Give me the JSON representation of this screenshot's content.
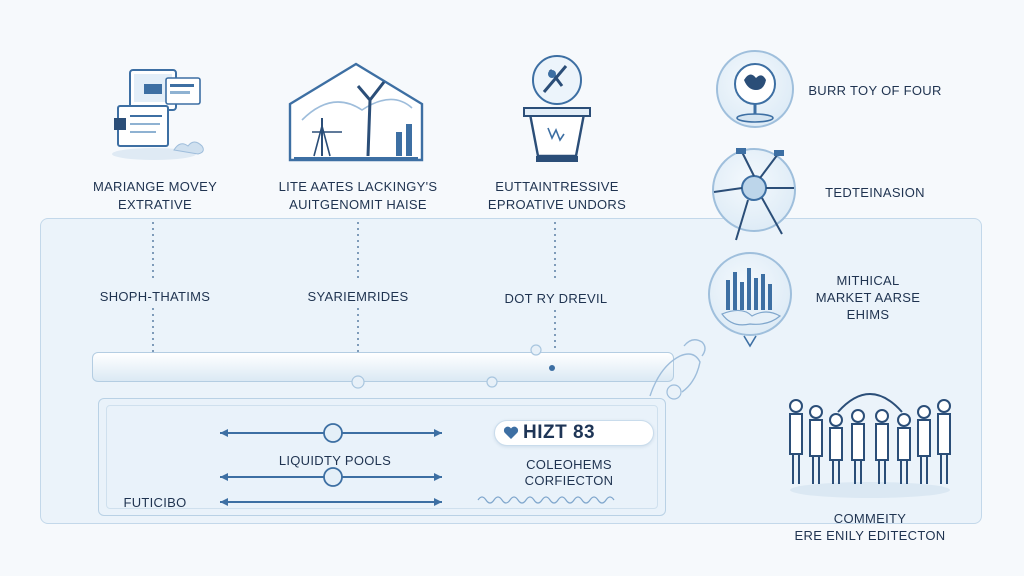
{
  "top_items": [
    {
      "line1": "MARIANGE MOVEY",
      "line2": "EXTRATIVE"
    },
    {
      "line1": "LITE AATES LACKINGY'S",
      "line2": "AUITGENOMIT HAISE"
    },
    {
      "line1": "EUTTAINTRESSIVE",
      "line2": "EPROATIVE UNDORS"
    }
  ],
  "mid_labels": [
    "SHOPH-THATIMS",
    "SYARIEMRIDES",
    "DOT RY DREVIL"
  ],
  "right_items": [
    {
      "text": "BURR TOY OF FOUR"
    },
    {
      "text": "TEDTEINASION"
    },
    {
      "line1": "MITHICAL",
      "line2": "MARKET AARSE",
      "line3": "EHIMS"
    }
  ],
  "pools": {
    "title": "LIQUIDTY POOLS",
    "left_label": "FUTICIBO"
  },
  "badge": {
    "text": "HIZT 83"
  },
  "collection": {
    "line1": "COLEOHEMS",
    "line2": "CORFIECTON"
  },
  "community": {
    "line1": "COMMEITY",
    "line2": "ERE ENILY EDITECTON"
  },
  "colors": {
    "line": "#3d6fa3",
    "accent": "#5f95c7",
    "ink": "#1f3350"
  }
}
